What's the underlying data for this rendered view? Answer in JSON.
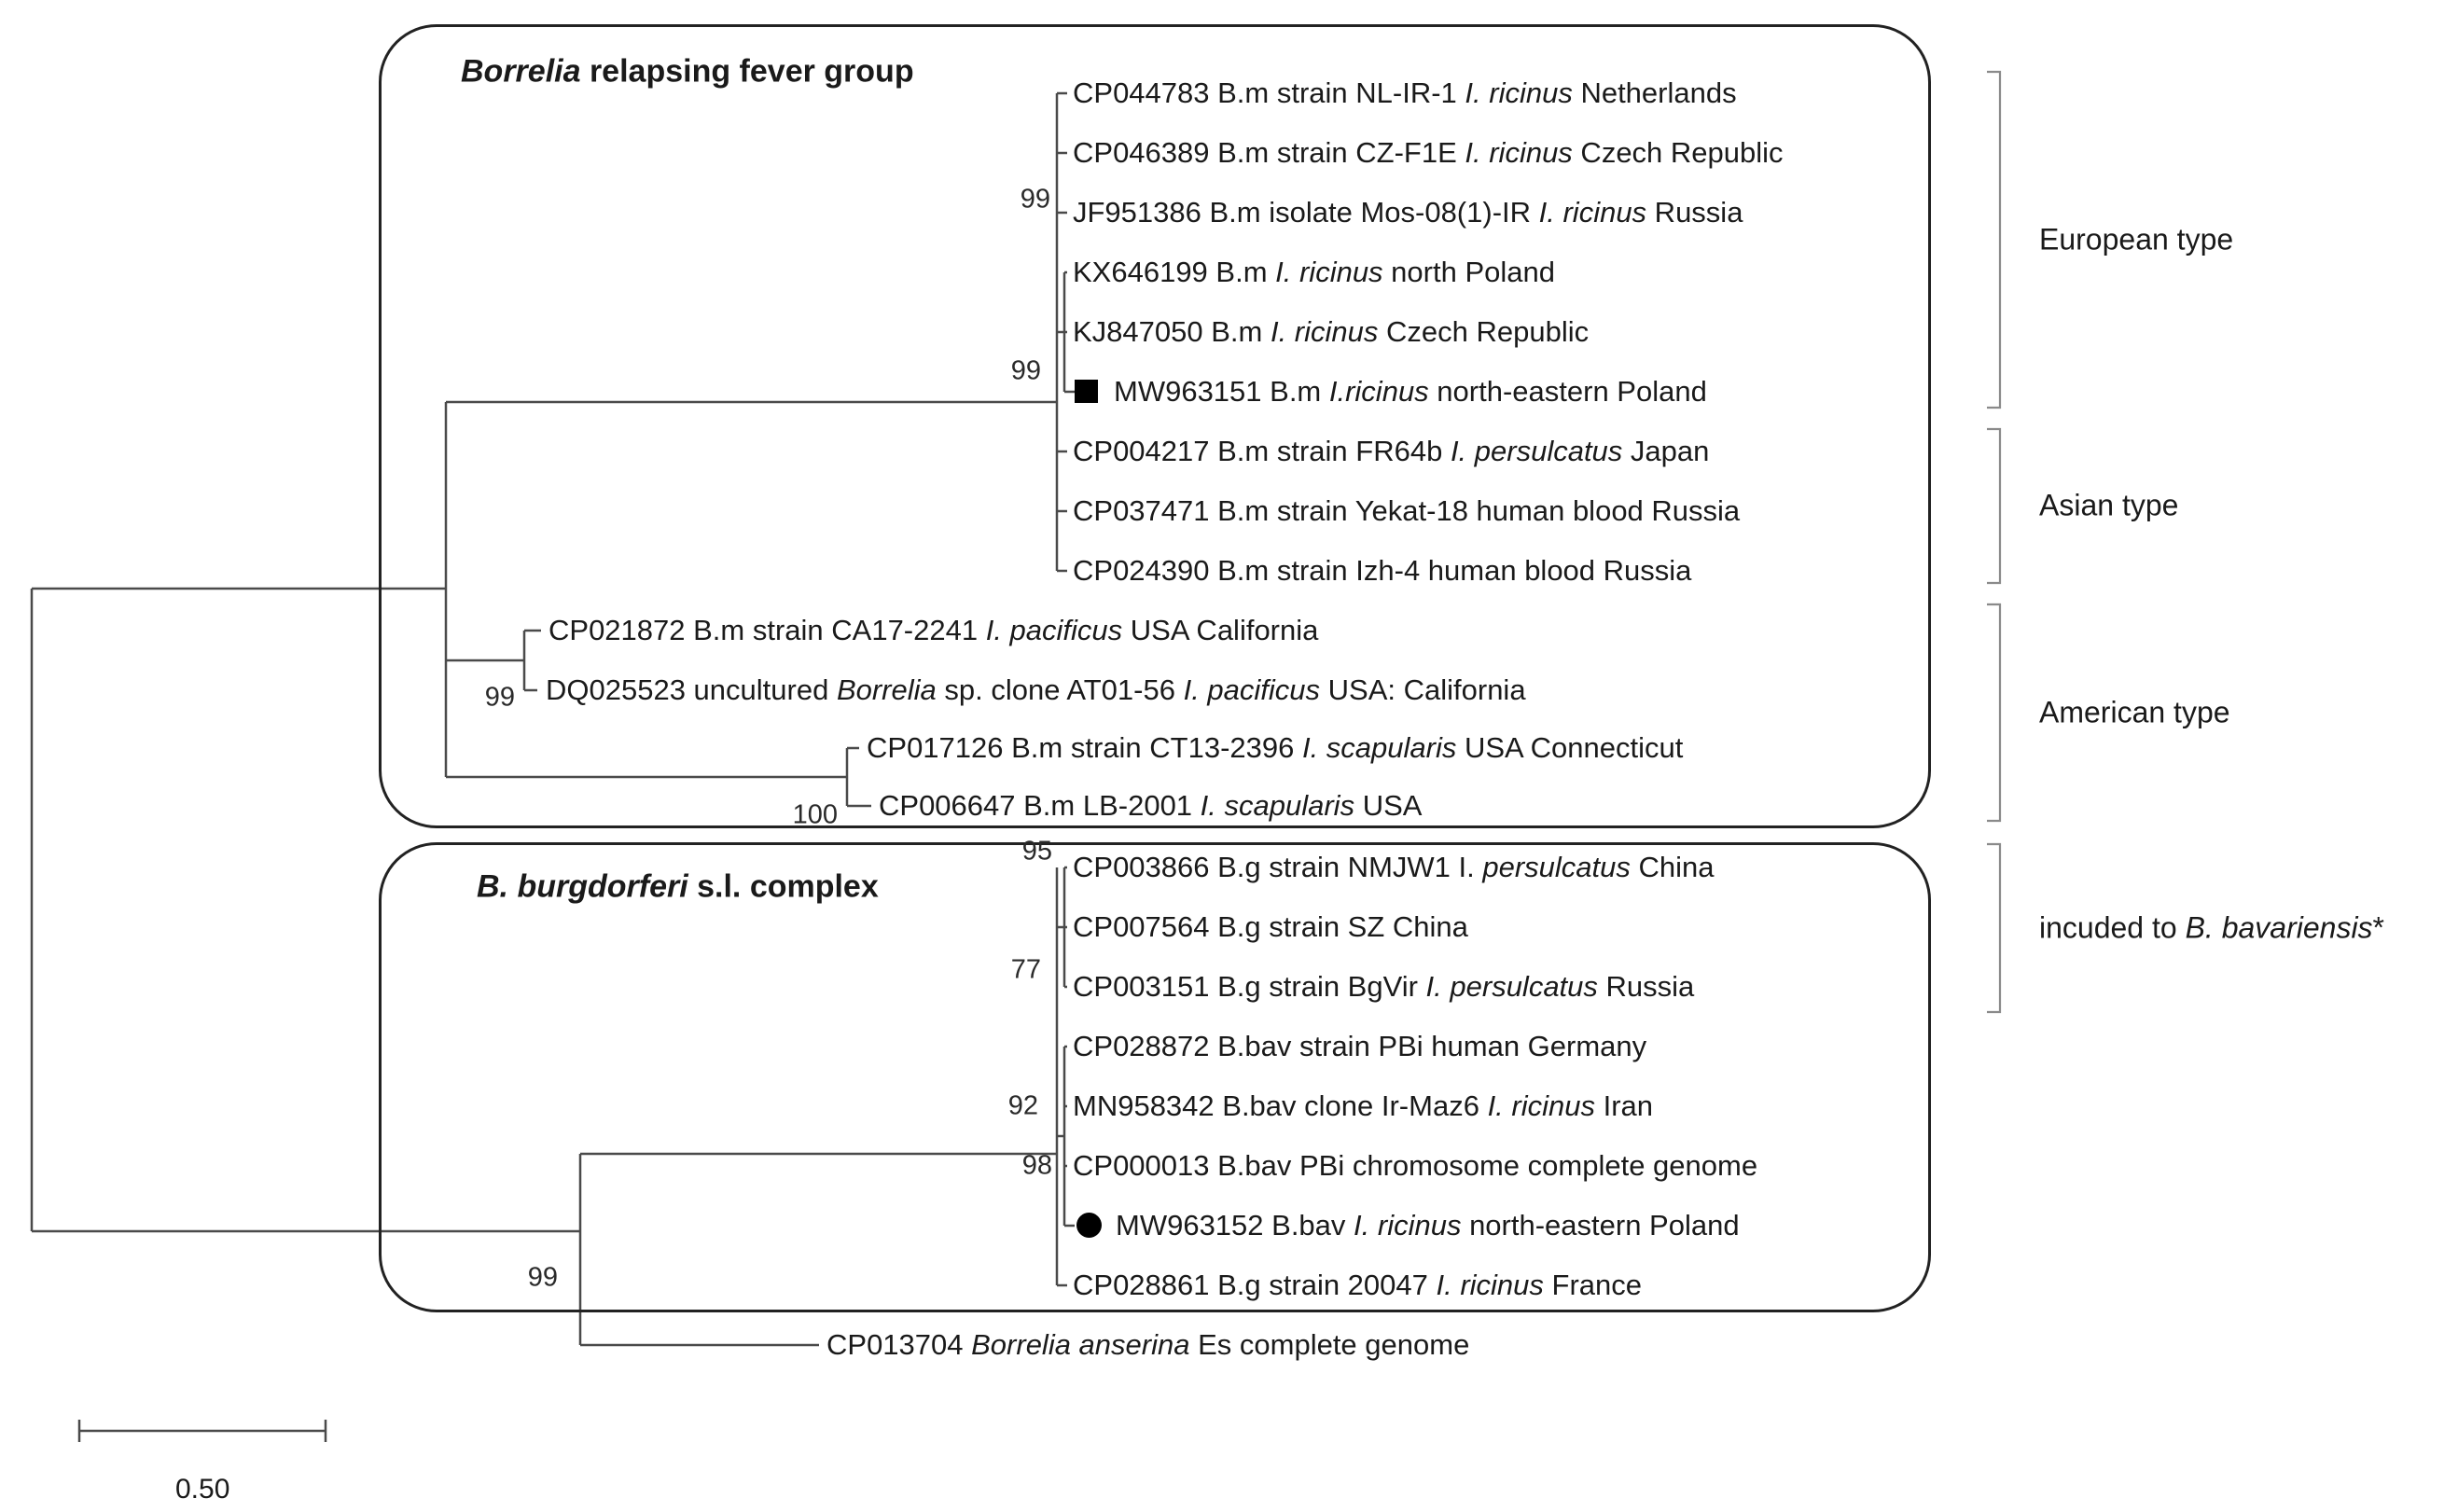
{
  "figure": {
    "background": "#ffffff",
    "tree_line_color": "#4a4a4a",
    "box_border_color": "#222222",
    "bracket_color": "#8a8a8a",
    "marker_color": "#000000"
  },
  "groups": {
    "top": {
      "title_parts": [
        {
          "t": "Borrelia",
          "b": true,
          "i": true
        },
        {
          "t": " relapsing fever group",
          "b": true
        }
      ]
    },
    "bottom": {
      "title_parts": [
        {
          "t": "B. burgdorferi",
          "b": true,
          "i": true
        },
        {
          "t": " s.l. complex",
          "b": true
        }
      ]
    }
  },
  "taxa": [
    {
      "id": "CP044783",
      "parts": [
        {
          "t": "CP044783 B.m strain NL-IR-1 "
        },
        {
          "t": "I. ricinus",
          "i": true
        },
        {
          "t": " Netherlands"
        }
      ]
    },
    {
      "id": "CP046389",
      "parts": [
        {
          "t": "CP046389 B.m strain CZ-F1E "
        },
        {
          "t": "I. ricinus",
          "i": true
        },
        {
          "t": " Czech Republic"
        }
      ]
    },
    {
      "id": "JF951386",
      "parts": [
        {
          "t": "JF951386 B.m isolate Mos-08(1)-IR "
        },
        {
          "t": "I. ricinus",
          "i": true
        },
        {
          "t": " Russia"
        }
      ]
    },
    {
      "id": "KX646199",
      "parts": [
        {
          "t": "KX646199 B.m "
        },
        {
          "t": "I. ricinus",
          "i": true
        },
        {
          "t": " north Poland"
        }
      ]
    },
    {
      "id": "KJ847050",
      "parts": [
        {
          "t": "KJ847050 B.m "
        },
        {
          "t": "I. ricinus",
          "i": true
        },
        {
          "t": " Czech Republic"
        }
      ]
    },
    {
      "id": "MW963151",
      "marker": "filled-square",
      "parts": [
        {
          "t": "MW963151 B.m "
        },
        {
          "t": "I.ricinus",
          "i": true
        },
        {
          "t": " north-eastern Poland"
        }
      ]
    },
    {
      "id": "CP004217",
      "parts": [
        {
          "t": "CP004217 B.m strain FR64b "
        },
        {
          "t": "I. persulcatus",
          "i": true
        },
        {
          "t": " Japan"
        }
      ]
    },
    {
      "id": "CP037471",
      "parts": [
        {
          "t": "CP037471 B.m strain Yekat-18 human blood Russia"
        }
      ]
    },
    {
      "id": "CP024390",
      "parts": [
        {
          "t": "CP024390 B.m strain Izh-4 human blood Russia"
        }
      ]
    },
    {
      "id": "CP021872",
      "parts": [
        {
          "t": "CP021872 B.m strain CA17-2241 "
        },
        {
          "t": "I. pacificus",
          "i": true
        },
        {
          "t": " USA California"
        }
      ]
    },
    {
      "id": "DQ025523",
      "parts": [
        {
          "t": "DQ025523 uncultured "
        },
        {
          "t": "Borrelia",
          "i": true
        },
        {
          "t": " sp. clone AT01-56 "
        },
        {
          "t": "I. pacificus",
          "i": true
        },
        {
          "t": " USA: California"
        }
      ]
    },
    {
      "id": "CP017126",
      "parts": [
        {
          "t": "CP017126 B.m strain CT13-2396 "
        },
        {
          "t": "I. scapularis",
          "i": true
        },
        {
          "t": " USA Connecticut"
        }
      ]
    },
    {
      "id": "CP006647",
      "parts": [
        {
          "t": "CP006647 B.m LB-2001 "
        },
        {
          "t": "I. scapularis",
          "i": true
        },
        {
          "t": " USA"
        }
      ]
    },
    {
      "id": "CP003866",
      "parts": [
        {
          "t": "CP003866 B.g strain NMJW1 I. "
        },
        {
          "t": "persulcatus",
          "i": true
        },
        {
          "t": " China"
        }
      ]
    },
    {
      "id": "CP007564",
      "parts": [
        {
          "t": "CP007564 B.g strain SZ China"
        }
      ]
    },
    {
      "id": "CP003151",
      "parts": [
        {
          "t": "CP003151 B.g strain BgVir "
        },
        {
          "t": "I. persulcatus",
          "i": true
        },
        {
          "t": " Russia"
        }
      ]
    },
    {
      "id": "CP028872",
      "parts": [
        {
          "t": "CP028872 B.bav strain PBi human Germany"
        }
      ]
    },
    {
      "id": "MN958342",
      "parts": [
        {
          "t": "MN958342 B.bav clone Ir-Maz6 "
        },
        {
          "t": "I. ricinus",
          "i": true
        },
        {
          "t": " Iran"
        }
      ]
    },
    {
      "id": "CP000013",
      "parts": [
        {
          "t": "CP000013 B.bav PBi chromosome complete genome"
        }
      ]
    },
    {
      "id": "MW963152",
      "marker": "filled-circle",
      "parts": [
        {
          "t": "MW963152 B.bav "
        },
        {
          "t": "I. ricinus",
          "i": true
        },
        {
          "t": " north-eastern Poland"
        }
      ]
    },
    {
      "id": "CP028861",
      "parts": [
        {
          "t": "CP028861 B.g strain 20047 "
        },
        {
          "t": "I. ricinus",
          "i": true
        },
        {
          "t": " France"
        }
      ]
    },
    {
      "id": "CP013704",
      "parts": [
        {
          "t": "CP013704 "
        },
        {
          "t": "Borrelia anserina",
          "i": true
        },
        {
          "t": " Es complete genome"
        }
      ]
    }
  ],
  "bootstraps": [
    "99",
    "99",
    "99",
    "100",
    "95",
    "77",
    "92",
    "98",
    "99"
  ],
  "clade_labels": [
    {
      "name": "european-type",
      "parts": [
        {
          "t": "European type"
        }
      ]
    },
    {
      "name": "asian-type",
      "parts": [
        {
          "t": "Asian type"
        }
      ]
    },
    {
      "name": "american-type",
      "parts": [
        {
          "t": "American type"
        }
      ]
    },
    {
      "name": "incuded-to-bavariensis",
      "parts": [
        {
          "t": "incuded to "
        },
        {
          "t": "B. bavariensis",
          "i": true
        },
        {
          "t": "*"
        }
      ]
    }
  ],
  "scale_bar": {
    "label": "0.50"
  }
}
